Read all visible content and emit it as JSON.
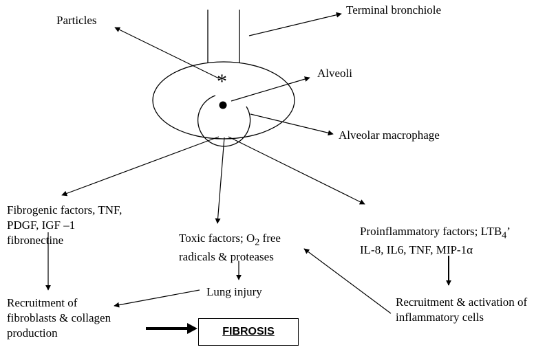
{
  "labels": {
    "particles": "Particles",
    "terminal_bronchiole": "Terminal bronchiole",
    "alveoli": "Alveoli",
    "alveolar_macrophage": "Alveolar macrophage",
    "fibrogenic": [
      "Fibrogenic factors, TNF,",
      "PDGF, IGF –1",
      "fibronectine"
    ],
    "toxic": {
      "line1_before": "Toxic factors; O",
      "line1_sub": "2",
      "line1_after": " free",
      "line2": "radicals & proteases"
    },
    "proinflammatory": {
      "line1_before": "Proinflammatory  factors;  LTB",
      "line1_sub": "4",
      "line1_after": "’",
      "line2": "IL-8, IL6, TNF, MIP-1α"
    },
    "lung_injury": "Lung injury",
    "recruitment_fibroblasts": [
      "Recruitment of",
      "fibroblasts & collagen",
      "production"
    ],
    "recruitment_inflammatory": [
      "Recruitment & activation of",
      "inflammatory cells"
    ],
    "fibrosis": "FIBROSIS",
    "asterisk": "*"
  },
  "colors": {
    "stroke": "#000000",
    "background": "#ffffff"
  }
}
